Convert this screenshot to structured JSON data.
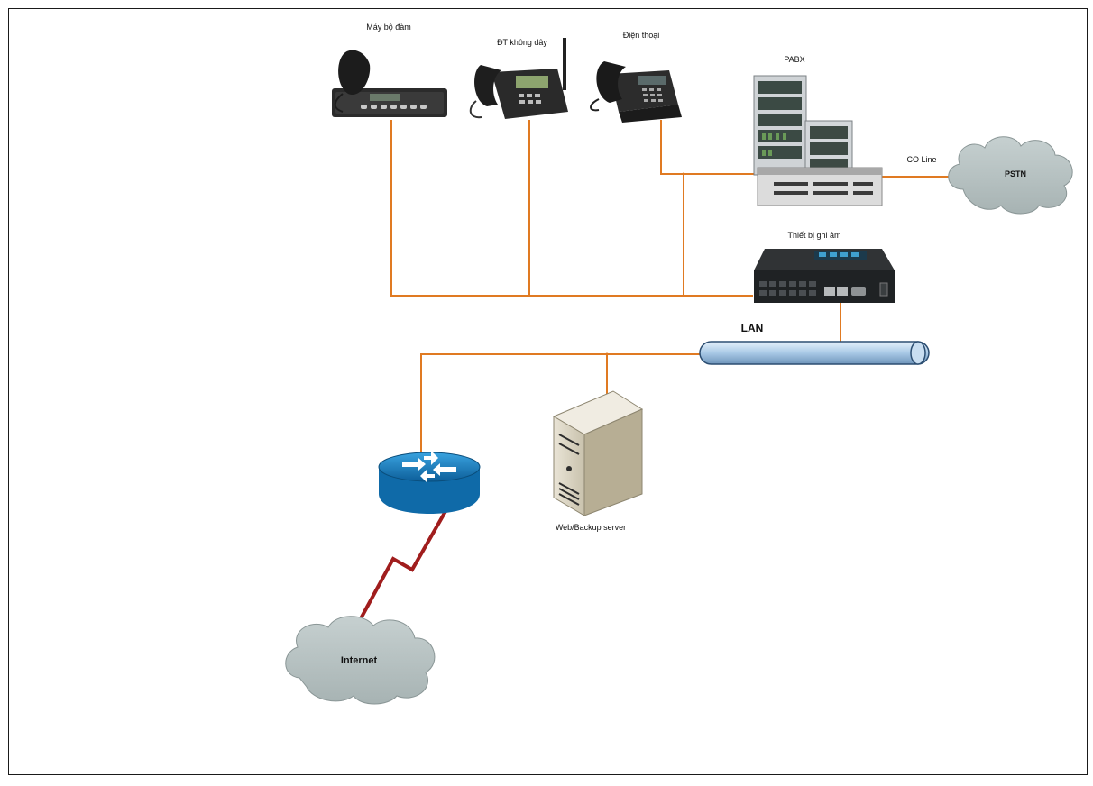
{
  "diagram": {
    "labels": {
      "radio": "Máy bộ đàm",
      "cordless_phone": "ĐT không dây",
      "phone": "Điện thoại",
      "pabx": "PABX",
      "co_line": "CO Line",
      "pstn": "PSTN",
      "recorder": "Thiết bị ghi âm",
      "lan": "LAN",
      "server": "Web/Backup server",
      "internet": "Internet"
    },
    "colors": {
      "line": "#e07a22",
      "wan": "#a01d1d",
      "lan_bus": "#b9d6ee",
      "cloud": "#b7c2c2",
      "router": "#1a86c8",
      "frame": "#1a1a1a"
    }
  }
}
